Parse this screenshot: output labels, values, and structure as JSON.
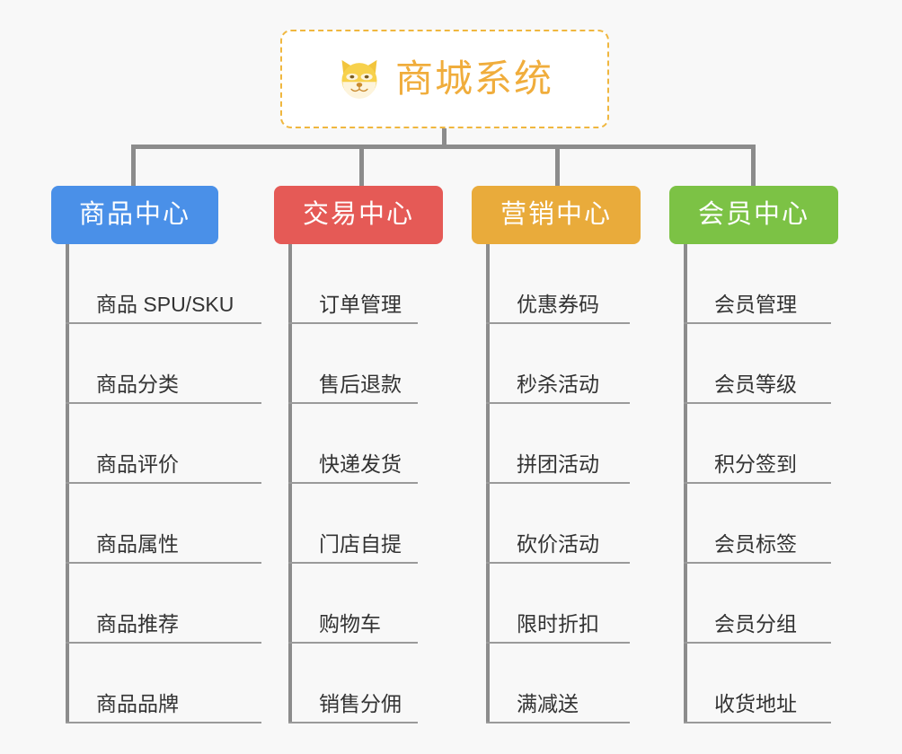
{
  "diagram": {
    "background_color": "#f8f8f8",
    "root": {
      "title": "商城系统",
      "icon": "shiba-dog-face-icon",
      "text_color": "#f0ad3c",
      "border_color": "#f0b73f",
      "background_color": "#ffffff"
    },
    "connector_color": "#8c8c8c",
    "columns": [
      {
        "label": "商品中心",
        "color": "#4a90e8",
        "items": [
          "商品 SPU/SKU",
          "商品分类",
          "商品评价",
          "商品属性",
          "商品推荐",
          "商品品牌"
        ]
      },
      {
        "label": "交易中心",
        "color": "#e55a56",
        "items": [
          "订单管理",
          "售后退款",
          "快递发货",
          "门店自提",
          "购物车",
          "销售分佣"
        ]
      },
      {
        "label": "营销中心",
        "color": "#e9ab3b",
        "items": [
          "优惠券码",
          "秒杀活动",
          "拼团活动",
          "砍价活动",
          "限时折扣",
          "满减送"
        ]
      },
      {
        "label": "会员中心",
        "color": "#7cc245",
        "items": [
          "会员管理",
          "会员等级",
          "积分签到",
          "会员标签",
          "会员分组",
          "收货地址"
        ]
      }
    ]
  }
}
